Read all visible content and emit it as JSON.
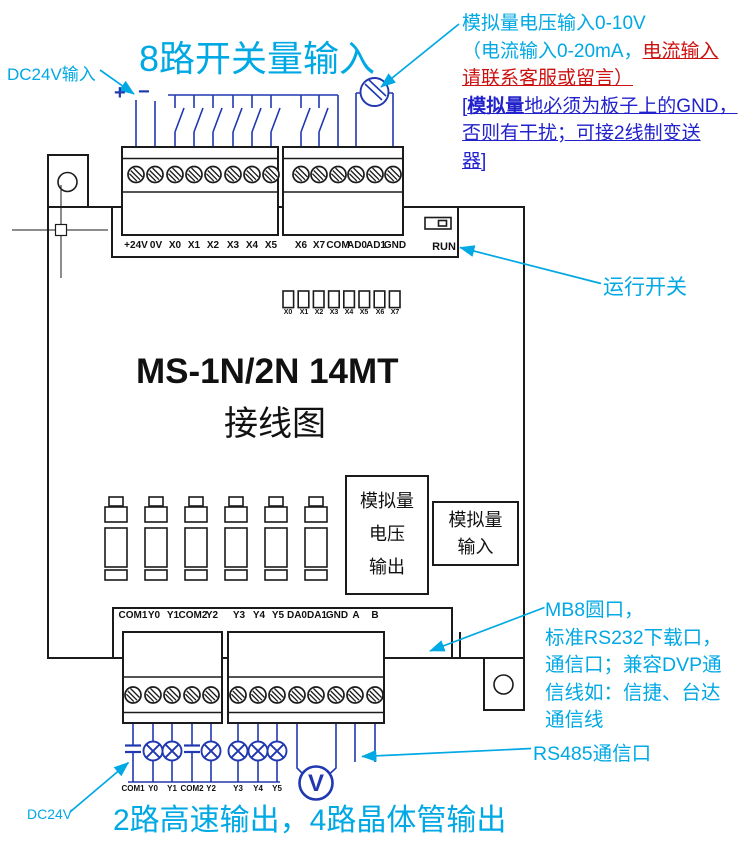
{
  "colors": {
    "annotation_cyan": "#00a8e4",
    "wire_blue": "#2038b0",
    "warning_red": "#cc1111",
    "note_blue": "#2222cc",
    "line_black": "#1b1b1b"
  },
  "annotations": {
    "dc24v_input": "DC24V输入",
    "inputs_title": "8路开关量输入",
    "plus": "+",
    "minus": "−",
    "analog_note": {
      "l1": "模拟量电压输入0-10V",
      "l2a": "（电流输入0-20mA，",
      "l2b": "电流输入",
      "l3": "请联系客服或留言）",
      "l4a": "[",
      "l4b": "模拟量",
      "l4c": "地必须为板子上的GND，",
      "l5": "否则有干扰；可接2线制变送",
      "l6": "器]"
    },
    "run_switch": "运行开关",
    "comm_note": {
      "l1": "MB8圆口，",
      "l2": "标准RS232下载口，",
      "l3": "通信口；兼容DVP通",
      "l4": "信线如：信捷、台达",
      "l5": "通信线"
    },
    "rs485": "RS485通信口",
    "outputs_title": "2路高速输出，4路晶体管输出",
    "dc24v_bottom": "DC24V"
  },
  "board": {
    "model": "MS-1N/2N 14MT",
    "subtitle": "接线图",
    "run_label": "RUN",
    "top_terminals": [
      "+24V",
      "0V",
      "X0",
      "X1",
      "X2",
      "X3",
      "X4",
      "X5",
      "X6",
      "X7",
      "COM",
      "AD0",
      "AD1",
      "GND"
    ],
    "leds": [
      "X0",
      "X1",
      "X2",
      "X3",
      "X4",
      "X5",
      "X6",
      "X7"
    ],
    "analog_out": {
      "l1": "模拟量",
      "l2": "电压",
      "l3": "输出"
    },
    "analog_in": {
      "l1": "模拟量",
      "l2": "输入"
    },
    "bottom_terminals": [
      "COM1",
      "Y0",
      "Y1",
      "COM2",
      "Y2",
      "Y3",
      "Y4",
      "Y5",
      "DA0",
      "DA1",
      "GND",
      "A",
      "B"
    ],
    "output_wires": [
      "COM1",
      "Y0",
      "Y1",
      "COM2",
      "Y2",
      "Y3",
      "Y4",
      "Y5"
    ],
    "meter": "V"
  }
}
